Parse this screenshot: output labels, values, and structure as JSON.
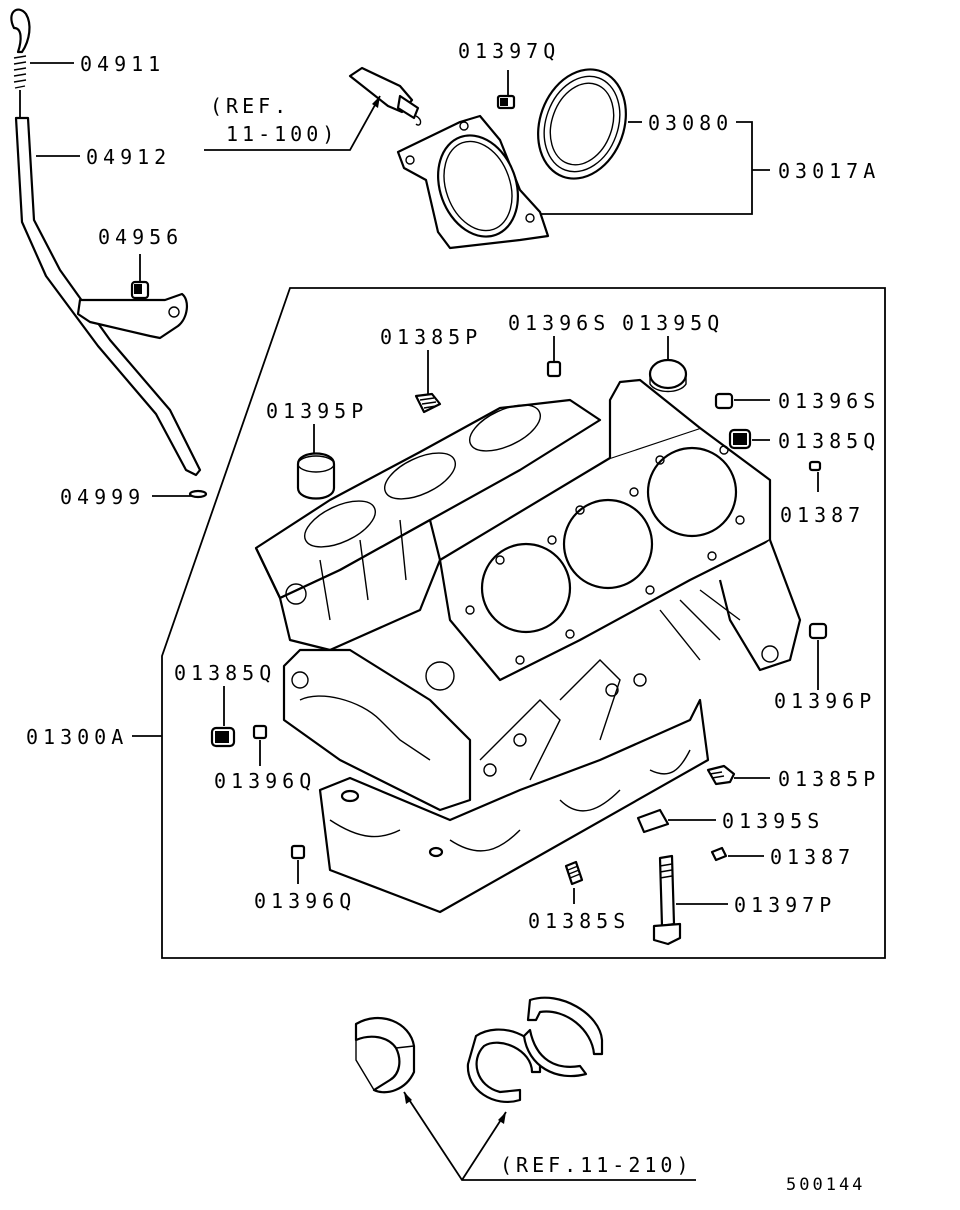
{
  "labels": {
    "p04911": "04911",
    "p04912": "04912",
    "p04956": "04956",
    "p04999": "04999",
    "p01397q": "01397Q",
    "p03080": "03080",
    "p03017a": "03017A",
    "p01385p_top": "01385P",
    "p01396s_top": "01396S",
    "p01395q": "01395Q",
    "p01395p": "01395P",
    "p01396s_right": "01396S",
    "p01385q_right": "01385Q",
    "p01387_top": "01387",
    "p01396p": "01396P",
    "p01385q_left": "01385Q",
    "p01300a": "01300A",
    "p01396q_mid": "01396Q",
    "p01385p_right": "01385P",
    "p01395s": "01395S",
    "p01387_bottom": "01387",
    "p01397p": "01397P",
    "p01396q_bottom": "01396Q",
    "p01385s": "01385S"
  },
  "references": {
    "ref_11_100_line1": "(REF.",
    "ref_11_100_line2": "11-100)",
    "ref_11_210": "(REF.11-210)"
  },
  "diagram_code": "500144"
}
